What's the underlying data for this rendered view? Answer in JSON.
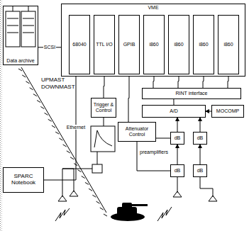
{
  "diagram": {
    "nodes": [
      {
        "text": [
          "VME"
        ]
      },
      {
        "text": [
          "68040"
        ],
        "in": 0
      },
      {
        "text": [
          "TTL I/O"
        ],
        "in": 0
      },
      {
        "text": [
          "GPIB"
        ],
        "in": 0
      },
      {
        "text": [
          "i860"
        ],
        "in": 0
      },
      {
        "text": [
          "i860"
        ],
        "in": 0
      },
      {
        "text": [
          "i860"
        ],
        "in": 0
      },
      {
        "text": [
          "i860"
        ],
        "in": 0
      },
      {
        "text": [
          "Data archive"
        ]
      },
      {
        "text": [
          "Trigger & Control"
        ]
      },
      {
        "text": [
          "Attenuator Control"
        ]
      },
      {
        "text": [
          "RINT interface"
        ]
      },
      {
        "text": [
          "A/D"
        ]
      },
      {
        "text": [
          "MOCOMP"
        ]
      },
      {
        "text": [
          "dB"
        ]
      },
      {
        "text": [
          "dB"
        ]
      },
      {
        "text": [
          "dB"
        ]
      },
      {
        "text": [
          "dB"
        ]
      },
      {
        "text": [
          "SPARC Notebook"
        ]
      }
    ],
    "edges": [
      {
        "from": 8,
        "to": 0,
        "label": "SCSI",
        "arrow": "none"
      },
      {
        "from": 18,
        "to": 1,
        "label": "Ethernet",
        "arrow": "none"
      },
      {
        "from": 2,
        "to": 9,
        "arrow": "none"
      },
      {
        "from": 3,
        "to": 10,
        "arrow": "none"
      },
      {
        "from": 4,
        "to": 11,
        "arrow": "none"
      },
      {
        "from": 5,
        "to": 11,
        "arrow": "none"
      },
      {
        "from": 6,
        "to": 11,
        "arrow": "none"
      },
      {
        "from": 7,
        "to": 11,
        "arrow": "none"
      },
      {
        "from": 11,
        "to": 12,
        "arrow": "none"
      },
      {
        "from": 13,
        "to": 12,
        "arrow": "to"
      },
      {
        "from": 14,
        "to": 12,
        "arrow": "to"
      },
      {
        "from": 15,
        "to": 12,
        "arrow": "to"
      },
      {
        "from": 16,
        "to": 14,
        "arrow": "to"
      },
      {
        "from": 17,
        "to": 15,
        "arrow": "to"
      },
      {
        "from": 10,
        "to": 14,
        "arrow": "none"
      },
      {
        "from": 10,
        "to": 16,
        "arrow": "none"
      }
    ],
    "labels": [
      "UPMAST",
      "DOWNMAST",
      "preamplifiers"
    ]
  }
}
